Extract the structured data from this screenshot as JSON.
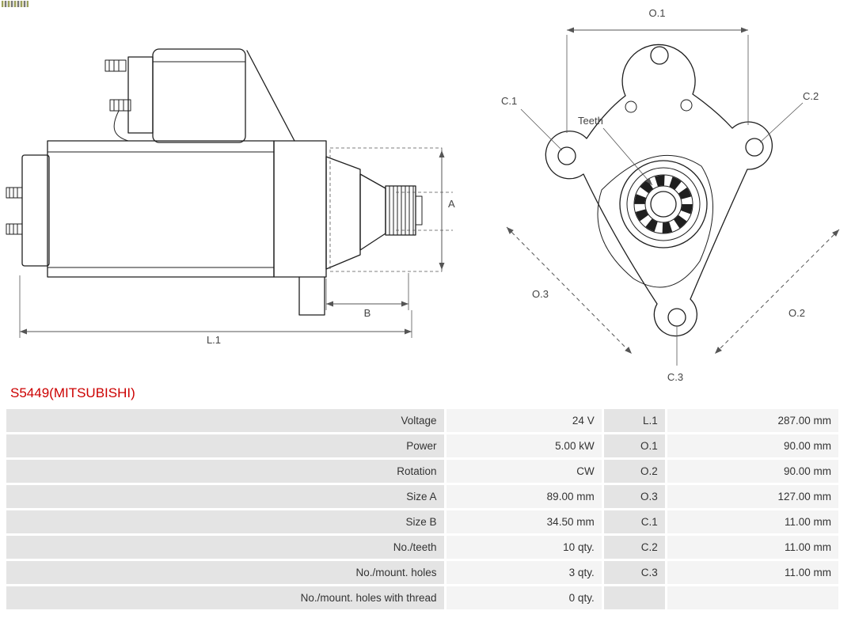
{
  "colors": {
    "accent": "#cc0000",
    "cellLabelBg": "#e4e4e4",
    "cellValueBg": "#f4f4f4",
    "ink": "#1f1f1f",
    "dimText": "#444444"
  },
  "title": "S5449(MITSUBISHI)",
  "diagram": {
    "labels": {
      "a": "A",
      "b": "B",
      "l1": "L.1",
      "o1": "O.1",
      "o2": "O.2",
      "o3": "O.3",
      "c1": "C.1",
      "c2": "C.2",
      "c3": "C.3",
      "teeth": "Teeth"
    }
  },
  "table": {
    "rows": [
      {
        "label": "Voltage",
        "value": "24 V",
        "dim_label": "L.1",
        "dim_value": "287.00 mm"
      },
      {
        "label": "Power",
        "value": "5.00 kW",
        "dim_label": "O.1",
        "dim_value": "90.00 mm"
      },
      {
        "label": "Rotation",
        "value": "CW",
        "dim_label": "O.2",
        "dim_value": "90.00 mm"
      },
      {
        "label": "Size A",
        "value": "89.00 mm",
        "dim_label": "O.3",
        "dim_value": "127.00 mm"
      },
      {
        "label": "Size B",
        "value": "34.50 mm",
        "dim_label": "C.1",
        "dim_value": "11.00 mm"
      },
      {
        "label": "No./teeth",
        "value": "10 qty.",
        "dim_label": "C.2",
        "dim_value": "11.00 mm"
      },
      {
        "label": "No./mount. holes",
        "value": "3 qty.",
        "dim_label": "C.3",
        "dim_value": "11.00 mm"
      },
      {
        "label": "No./mount. holes with thread",
        "value": "0 qty.",
        "dim_label": "",
        "dim_value": ""
      }
    ]
  }
}
